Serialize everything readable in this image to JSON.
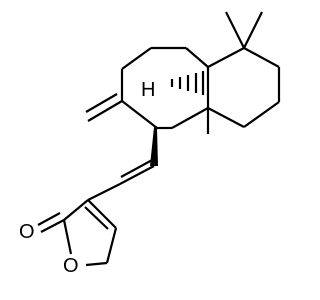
{
  "atom_labels": {
    "hydrogen": "H",
    "carbonyl_oxygen": "O",
    "ring_oxygen": "O"
  },
  "colors": {
    "bond": "#000000",
    "background": "#ffffff"
  }
}
